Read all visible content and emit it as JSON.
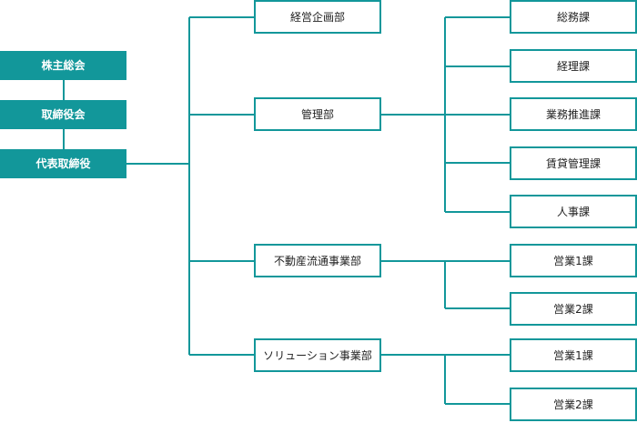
{
  "colors": {
    "accent": "#12979a",
    "text": "#222222"
  },
  "executives": [
    "株主総会",
    "取締役会",
    "代表取締役"
  ],
  "divisions": [
    {
      "name": "経営企画部",
      "sections": []
    },
    {
      "name": "管理部",
      "sections": [
        "総務課",
        "経理課",
        "業務推進課",
        "賃貸管理課",
        "人事課"
      ]
    },
    {
      "name": "不動産流通事業部",
      "sections": [
        "営業1課",
        "営業2課"
      ]
    },
    {
      "name": "ソリューション事業部",
      "sections": [
        "営業1課",
        "営業2課"
      ]
    }
  ]
}
